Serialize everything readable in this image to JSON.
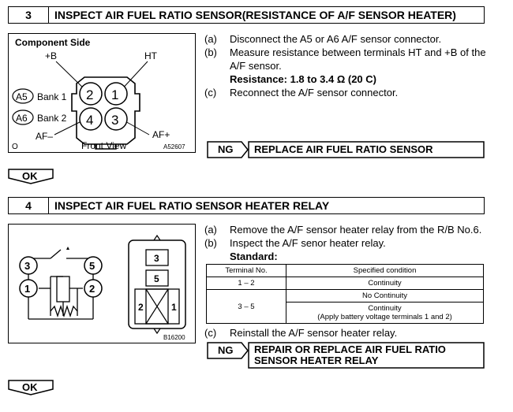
{
  "step3": {
    "number": "3",
    "title": "INSPECT AIR FUEL RATIO SENSOR(RESISTANCE OF A/F SENSOR HEATER)",
    "figure": {
      "component_side": "Component Side",
      "plus_b": "+B",
      "ht": "HT",
      "a5": "A5",
      "a6": "A6",
      "bank1": "Bank 1",
      "bank2": "Bank 2",
      "pin1": "1",
      "pin2": "2",
      "pin3": "3",
      "pin4": "4",
      "af_minus": "AF–",
      "af_plus": "AF+",
      "front_view": "Front View",
      "corner": "O",
      "fig_code": "A52607"
    },
    "instructions": {
      "a_label": "(a)",
      "a_text": "Disconnect the A5 or A6 A/F sensor connector.",
      "b_label": "(b)",
      "b_text_1": "Measure resistance between terminals HT and +B of the",
      "b_text_2": "A/F sensor.",
      "resistance": "Resistance: 1.8 to 3.4 Ω (20  C)",
      "c_label": "(c)",
      "c_text": "Reconnect the A/F sensor connector."
    },
    "ng": {
      "label": "NG",
      "text": "REPLACE AIR FUEL RATIO SENSOR"
    },
    "ok": "OK"
  },
  "step4": {
    "number": "4",
    "title": "INSPECT AIR FUEL RATIO SENSOR HEATER RELAY",
    "figure": {
      "pin3": "3",
      "pin5": "5",
      "pin1": "1",
      "pin2": "2",
      "relay_pin3": "3",
      "relay_pin5": "5",
      "relay_pin2": "2",
      "relay_pin1": "1",
      "fig_code": "B16200"
    },
    "instructions": {
      "a_label": "(a)",
      "a_text": "Remove the A/F sensor heater relay from the R/B No.6.",
      "b_label": "(b)",
      "b_text": "Inspect the A/F senor heater relay.",
      "standard": "Standard:",
      "c_label": "(c)",
      "c_text": "Reinstall the A/F sensor heater relay."
    },
    "table": {
      "header_terminal": "Terminal No.",
      "header_condition": "Specified condition",
      "row1_terminal": "1 – 2",
      "row1_condition": "Continuity",
      "row2_terminal": "3 – 5",
      "row2_condition_a": "No Continuity",
      "row2_condition_b_1": "Continuity",
      "row2_condition_b_2": "(Apply battery voltage terminals 1 and 2)"
    },
    "ng": {
      "label": "NG",
      "text_1": "REPAIR  OR  REPLACE  AIR  FUEL  RATIO",
      "text_2": "SENSOR HEATER RELAY"
    },
    "ok": "OK"
  }
}
